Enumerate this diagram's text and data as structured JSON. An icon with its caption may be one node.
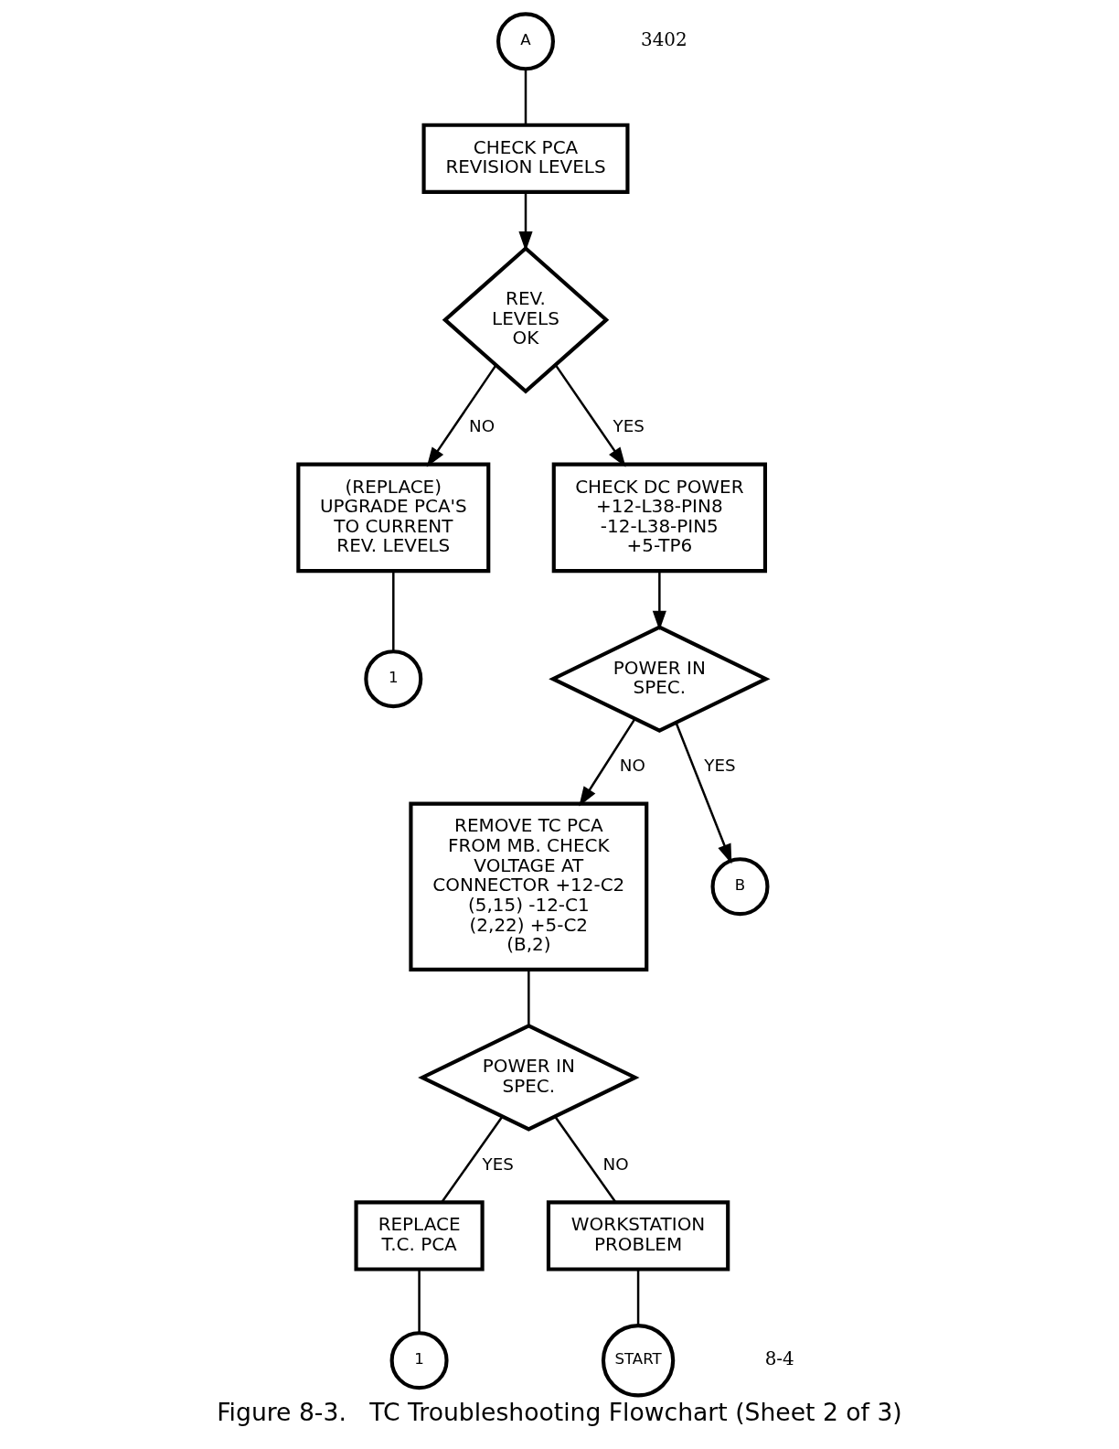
{
  "diagram": {
    "caption": "Figure 8-3.   TC Troubleshooting Flowchart (Sheet 2 of 3)",
    "nodes": [
      {
        "text": [
          "A"
        ]
      },
      {
        "text": [
          "CHECK PCA REVISION LEVELS"
        ]
      },
      {
        "text": [
          "REV. LEVELS OK"
        ]
      },
      {
        "text": [
          "(REPLACE) UPGRADE PCA'S TO CURRENT REV. LEVELS"
        ]
      },
      {
        "text": [
          "1"
        ]
      },
      {
        "text": [
          "CHECK DC POWER +12-L38-PIN8 -12-L38-PIN5 +5-TP6"
        ]
      },
      {
        "text": [
          "POWER IN SPEC."
        ]
      },
      {
        "text": [
          "REMOVE TC PCA FROM MB. CHECK VOLTAGE AT CONNECTOR +12-C2 (5,15) -12-C1 (2,22) +5-C2 (B,2)"
        ]
      },
      {
        "text": [
          "POWER IN SPEC."
        ]
      },
      {
        "text": [
          "REPLACE T.C. PCA"
        ]
      },
      {
        "text": [
          "WORKSTATION PROBLEM"
        ]
      },
      {
        "text": [
          "B"
        ]
      },
      {
        "text": [
          "1"
        ]
      },
      {
        "text": [
          "START"
        ]
      }
    ],
    "edges": [
      {
        "from": 0,
        "to": 1,
        "arrow": "none"
      },
      {
        "from": 1,
        "to": 2,
        "arrow": "to"
      },
      {
        "from": 2,
        "to": 3,
        "arrow": "to",
        "label": "NO"
      },
      {
        "from": 3,
        "to": 4,
        "arrow": "none"
      },
      {
        "from": 2,
        "to": 5,
        "arrow": "to",
        "label": "YES"
      },
      {
        "from": 5,
        "to": 6,
        "arrow": "to"
      },
      {
        "from": 6,
        "to": 7,
        "arrow": "to",
        "label": "NO"
      },
      {
        "from": 6,
        "to": 11,
        "arrow": "to",
        "label": "YES"
      },
      {
        "from": 7,
        "to": 8,
        "arrow": "none"
      },
      {
        "from": 8,
        "to": 9,
        "arrow": "none",
        "label": "YES"
      },
      {
        "from": 8,
        "to": 10,
        "arrow": "none",
        "label": "NO"
      },
      {
        "from": 9,
        "to": 12,
        "arrow": "none"
      },
      {
        "from": 10,
        "to": 13,
        "arrow": "none"
      }
    ],
    "labels": [
      "3402",
      "8-4"
    ]
  }
}
